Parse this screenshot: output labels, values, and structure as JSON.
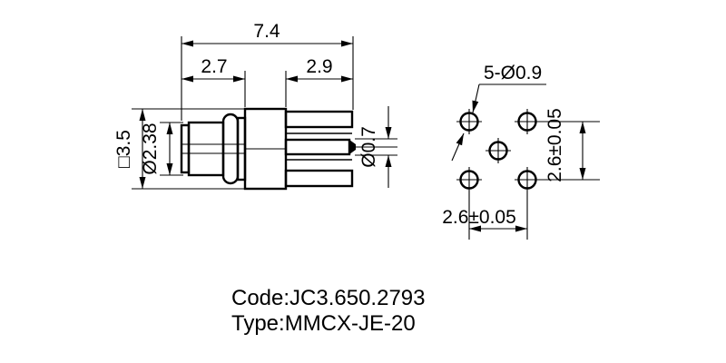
{
  "side_view": {
    "dim_overall_length": "7.4",
    "dim_body_length": "2.7",
    "dim_pin_length": "2.9",
    "dim_flange_square": "□3.5",
    "dim_barrel_diameter": "Ø2.38",
    "dim_pin_diameter": "Ø0.7"
  },
  "hole_view": {
    "holes_label": "5-Ø0.9",
    "dim_vertical_pitch": "2.6±0.05",
    "dim_horizontal_pitch": "2.6±0.05"
  },
  "footer": {
    "code": "Code:JC3.650.2793",
    "type": "Type:MMCX-JE-20"
  }
}
